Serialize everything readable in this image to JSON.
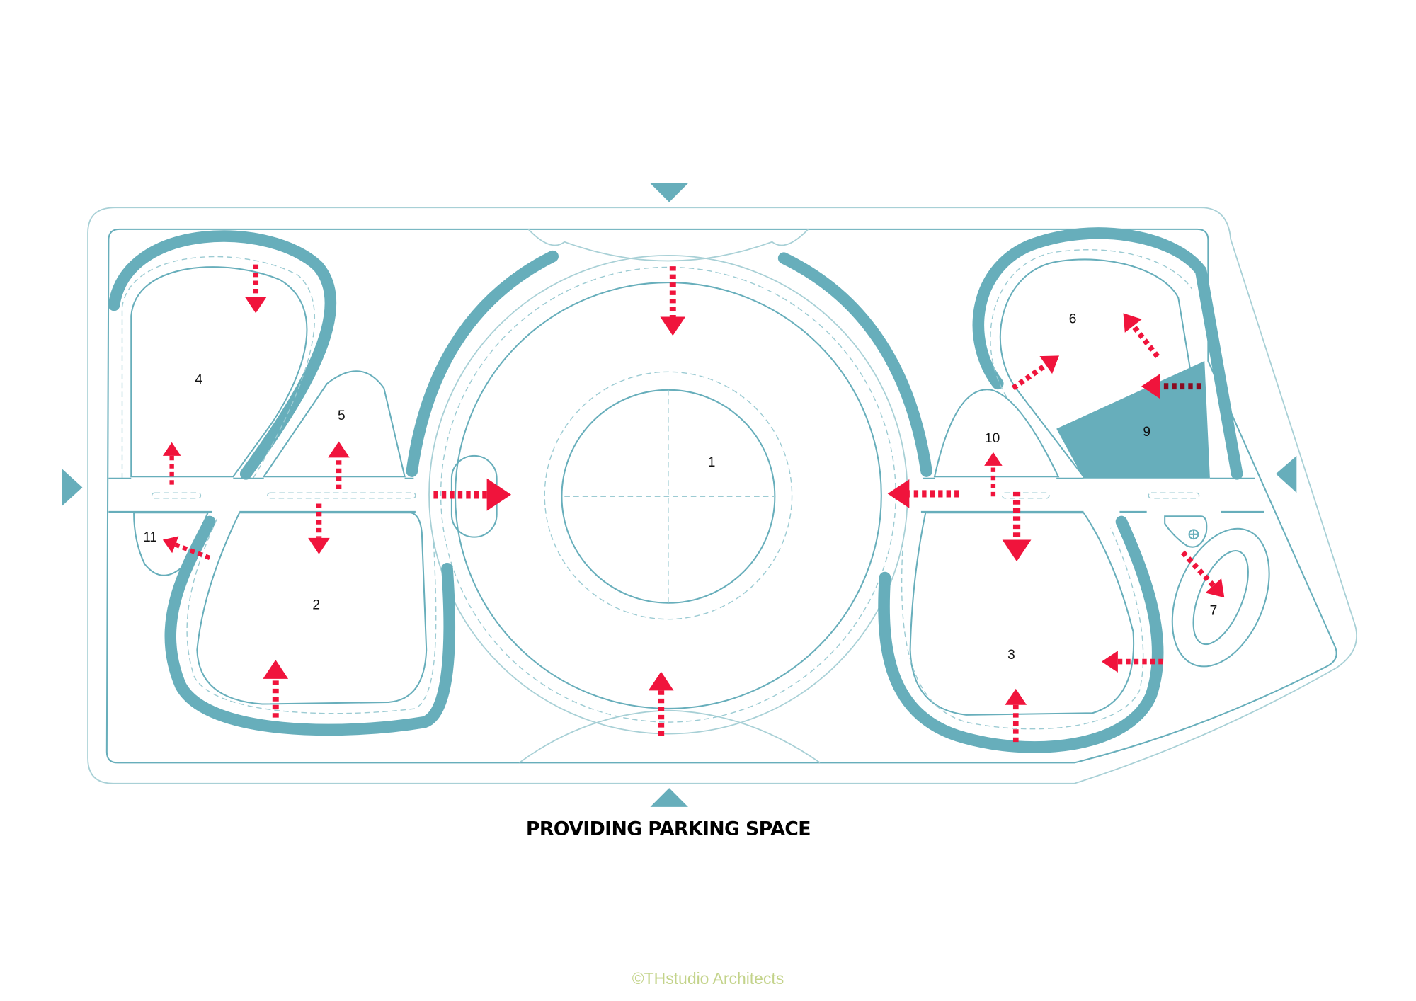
{
  "title": "PROVIDING PARKING SPACE",
  "copyright": "©THstudio  Architects",
  "zones": {
    "z1": "1",
    "z2": "2",
    "z3": "3",
    "z4": "4",
    "z5": "5",
    "z6": "6",
    "z7": "7",
    "z9": "9",
    "z10": "10",
    "z11": "11"
  },
  "colors": {
    "teal": "#67aebb",
    "arrow": "#f0143c",
    "credit": "#c3d38a"
  }
}
